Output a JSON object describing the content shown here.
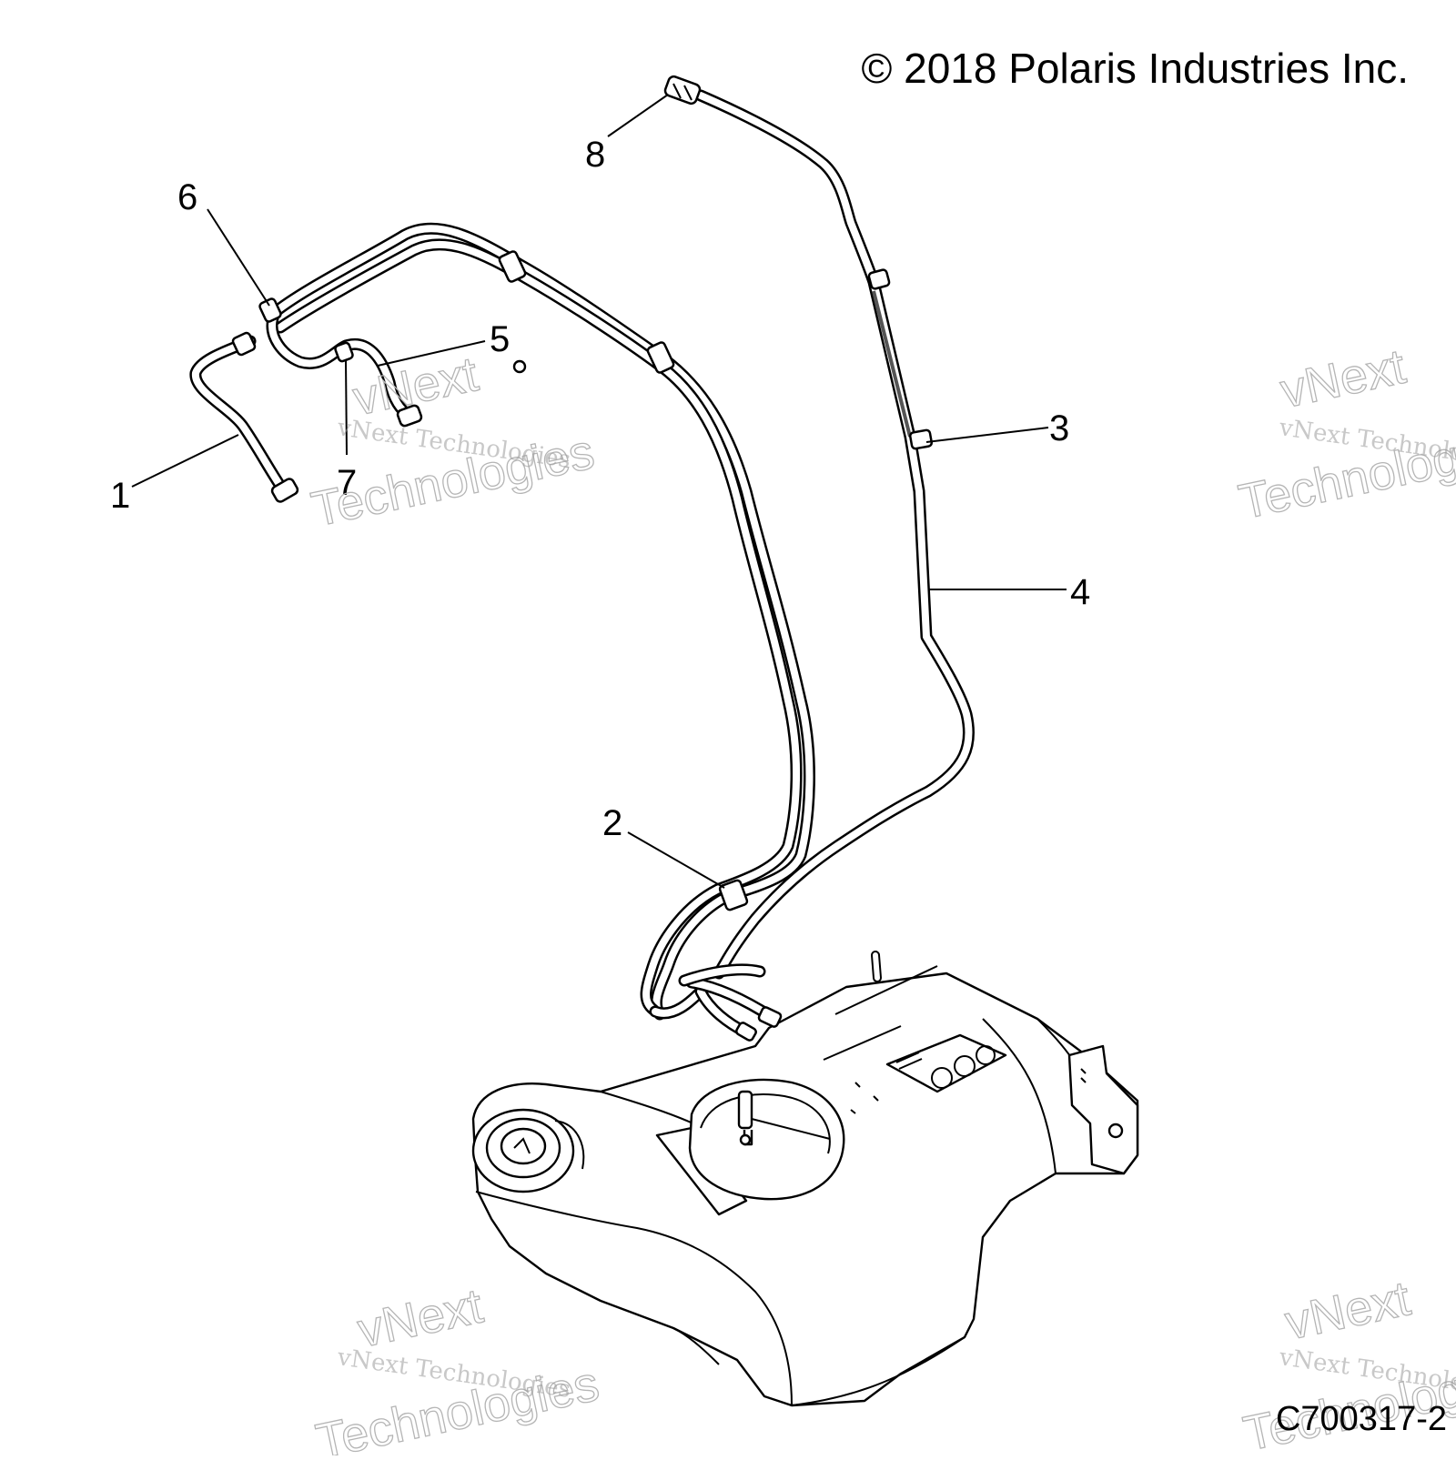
{
  "copyright": "© 2018 Polaris Industries Inc.",
  "figure_code": "C700317-2",
  "watermark": {
    "line_company": "vNext Technologies",
    "line_top": "vNext",
    "line_bottom": "Technologies"
  },
  "callouts": [
    {
      "id": "1",
      "label": "1"
    },
    {
      "id": "2",
      "label": "2"
    },
    {
      "id": "3",
      "label": "3"
    },
    {
      "id": "4",
      "label": "4"
    },
    {
      "id": "5",
      "label": "5"
    },
    {
      "id": "6",
      "label": "6"
    },
    {
      "id": "7",
      "label": "7"
    },
    {
      "id": "8",
      "label": "8"
    }
  ],
  "colors": {
    "line": "#000000",
    "background": "#ffffff",
    "watermark": "#9a9a9a"
  }
}
